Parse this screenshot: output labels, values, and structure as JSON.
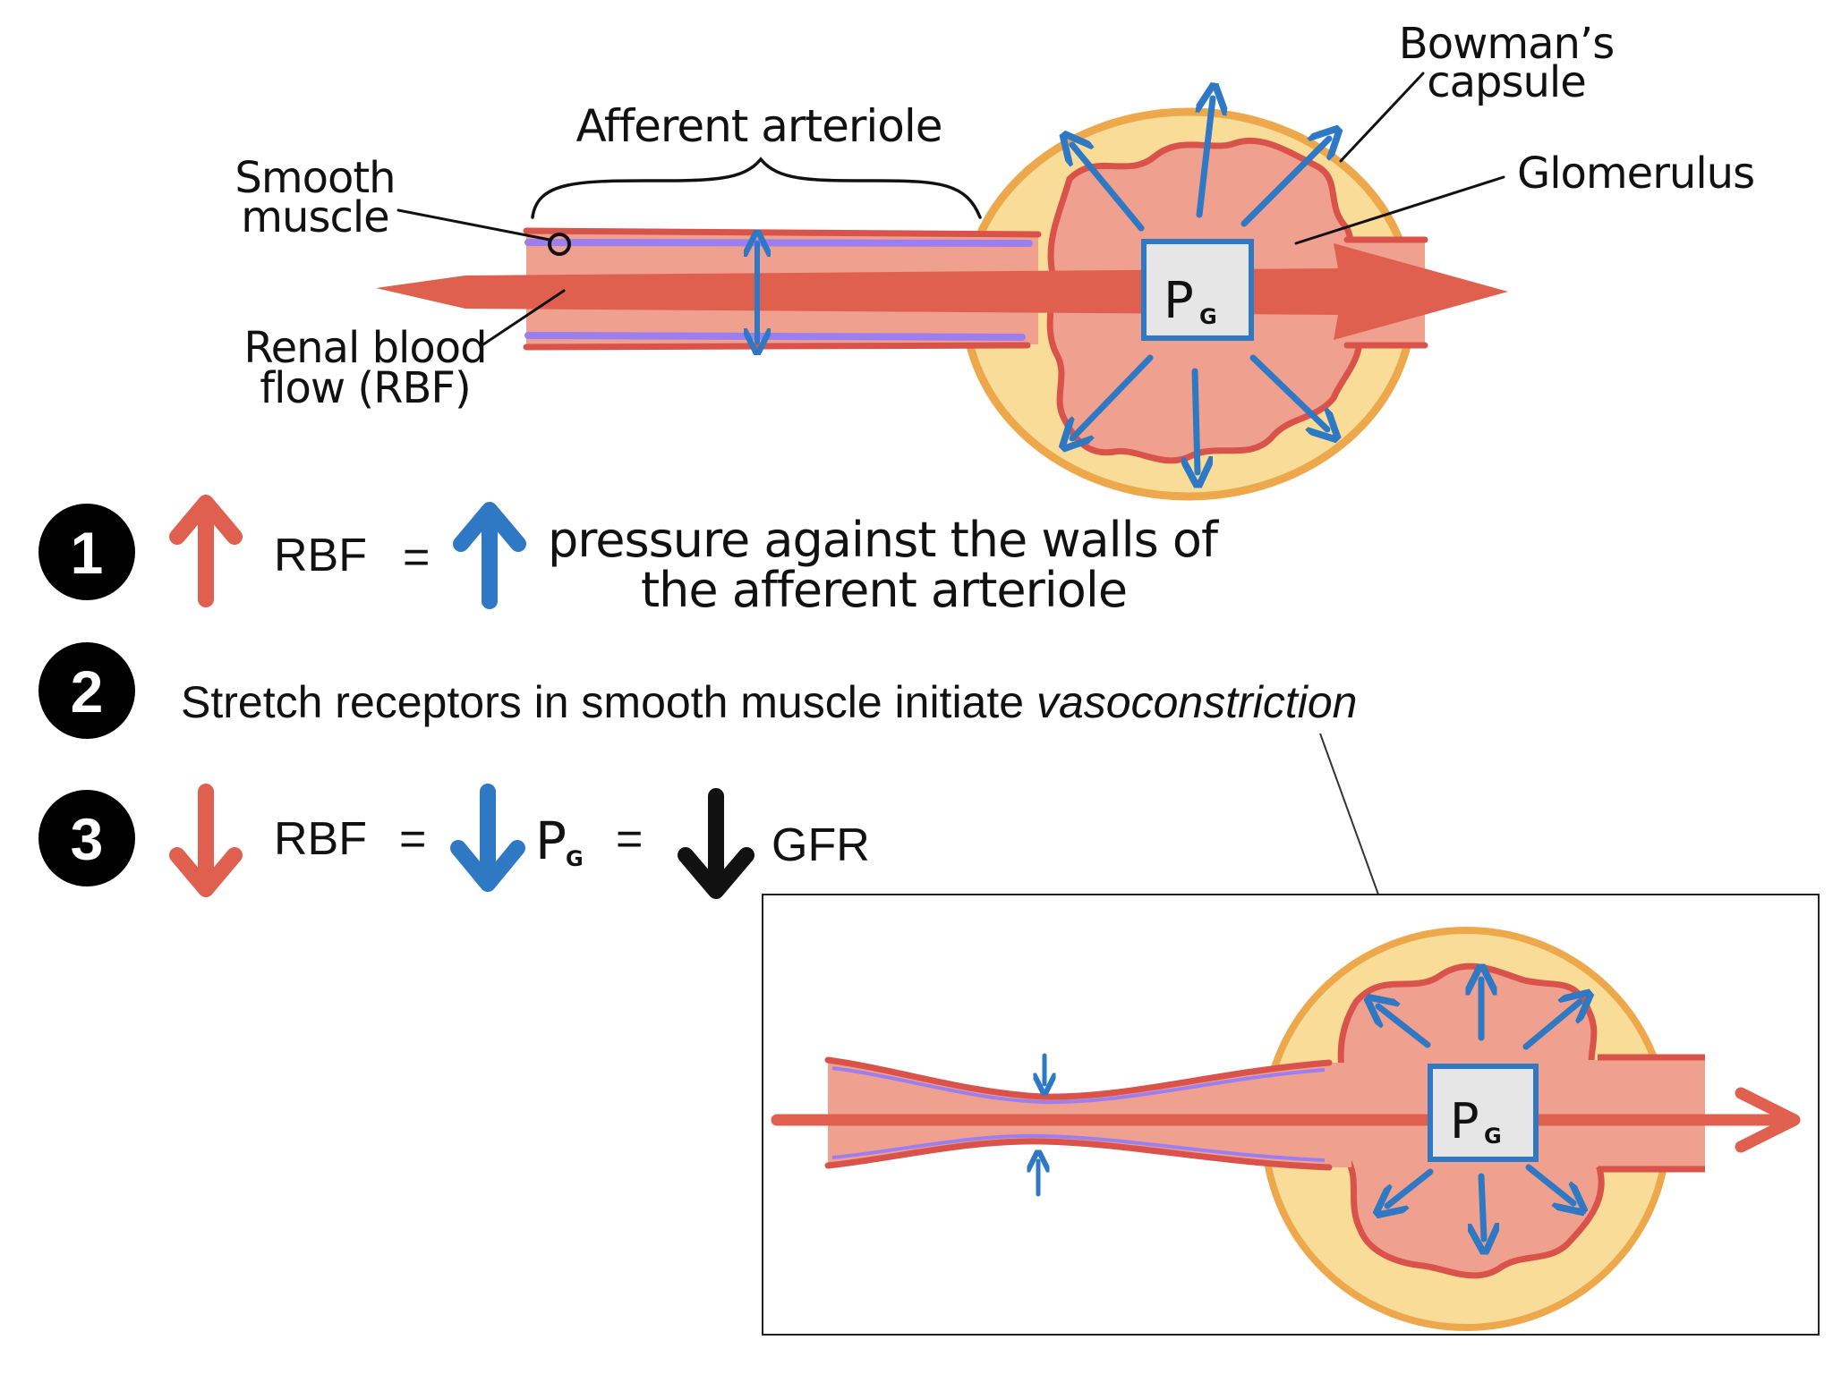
{
  "labels": {
    "afferent_arteriole": "Afferent arteriole",
    "smooth_muscle_line1": "Smooth",
    "smooth_muscle_line2": "muscle",
    "renal_blood_flow_line1": "Renal blood",
    "renal_blood_flow_line2": "flow (RBF)",
    "bowmans_capsule_line1": "Bowman’s",
    "bowmans_capsule_line2": "capsule",
    "glomerulus": "Glomerulus",
    "pg_letter": "P",
    "pg_subscript": "G"
  },
  "steps": [
    {
      "number": "1",
      "rbf": "RBF",
      "equals": "=",
      "text_line1": "pressure against the walls of",
      "text_line2": "the afferent arteriole"
    },
    {
      "number": "2",
      "text": "Stretch receptors in smooth muscle initiate ",
      "text_italic": "vasoconstriction"
    },
    {
      "number": "3",
      "rbf": "RBF",
      "equals1": "=",
      "pg_letter": "P",
      "pg_subscript": "G",
      "equals2": "=",
      "gfr": "GFR"
    }
  ],
  "colors": {
    "vessel": "#f0a08e",
    "blood_arrow": "#e06050",
    "vessel_wall": "#d9534a",
    "smooth_muscle": "#9b7ef0",
    "capsule_fill": "#f8dc98",
    "capsule_border": "#eea84c",
    "pressure_arrow": "#2f78c4",
    "badge": "#000000"
  }
}
